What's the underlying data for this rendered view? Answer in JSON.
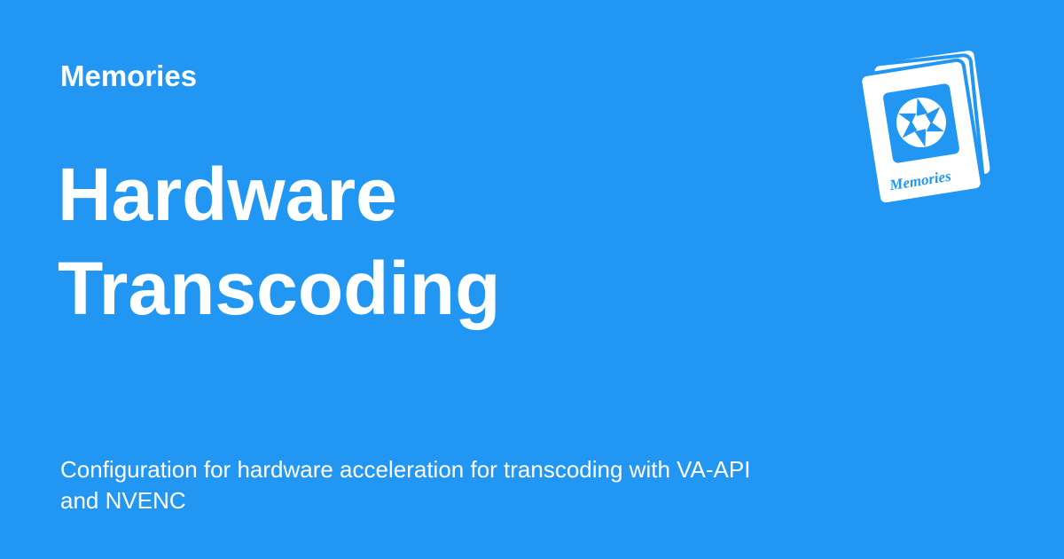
{
  "site": {
    "name": "Memories"
  },
  "title": {
    "line1": "Hardware",
    "line2": "Transcoding"
  },
  "description": "Configuration for hardware acceleration for transcoding with VA-API and NVENC",
  "logo": {
    "icon": "memories-logo-icon",
    "text": "Memories"
  },
  "colors": {
    "background": "#2196f3",
    "foreground": "#ffffff"
  }
}
